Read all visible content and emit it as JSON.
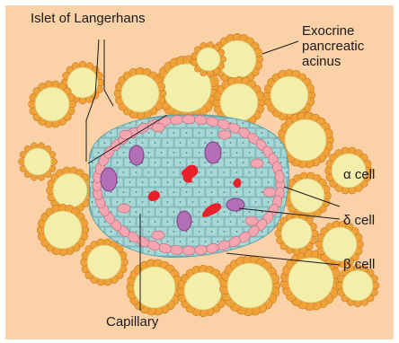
{
  "labels": {
    "islet": "Islet of Langerhans",
    "exocrine": "Exocrine pancreatic acinus",
    "alpha": "α cell",
    "delta": "δ cell",
    "beta": "β cell",
    "capillary": "Capillary"
  },
  "colors": {
    "background": "#fbd2a8",
    "acinus_ring": "#f0a23a",
    "acinus_fill": "#f3eeaa",
    "islet_fill": "#9fd3d3",
    "alpha_cell": "#f3a6b0",
    "delta_cell": "#b36fb5",
    "capillary": "#e8202a"
  }
}
